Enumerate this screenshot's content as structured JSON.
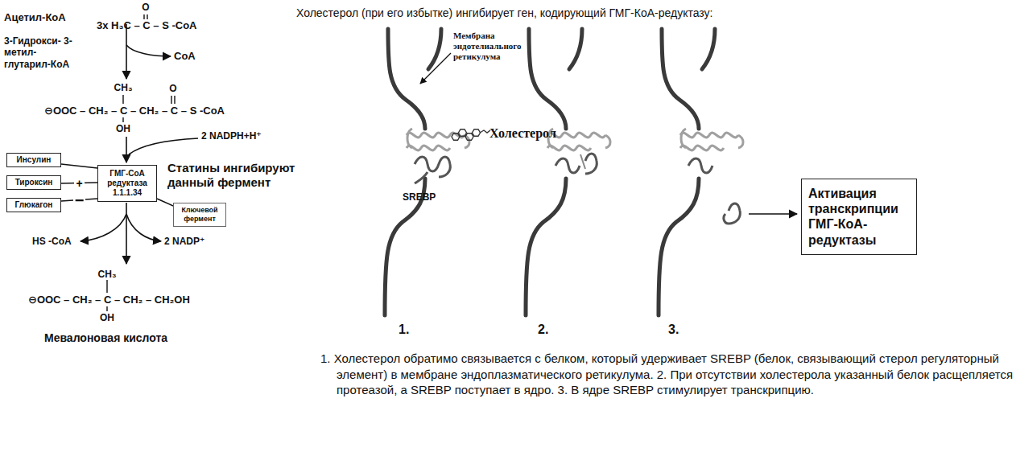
{
  "diagram": {
    "title": "Холестерол (при его избытке) ингибирует ген, кодирующий ГМГ-КоА-редуктазу:",
    "caption": "1. Холестерол обратимо связывается с белком, который удерживает SREBP (белок, связывающий стерол регуляторный элемент) в мембране эндоплазматического ретикулума. 2. При отсутствии холестерола указанный белок расщепляется протеазой, а SREBP поступает в ядро. 3. В ядре SREBP стимулирует транскрипцию.",
    "nodes": [
      {
        "text": [
          "Инсулин"
        ]
      },
      {
        "text": [
          "Тироксин"
        ]
      },
      {
        "text": [
          "Глюкагон"
        ]
      },
      {
        "text": [
          "ГМГ-CoA редуктаза 1.1.1.34"
        ]
      },
      {
        "text": [
          "Ключевой фермент"
        ]
      },
      {
        "text": [
          "Активация транскрипции ГМГ-КоА-редуктазы"
        ]
      }
    ],
    "edges": [
      {
        "from": 0,
        "to": 3,
        "arrow": "none"
      },
      {
        "from": 1,
        "to": 3,
        "label": "+",
        "arrow": "none"
      },
      {
        "from": 2,
        "to": 3,
        "label": "−",
        "arrow": "none"
      },
      {
        "from": 3,
        "to": 4,
        "arrow": "none"
      }
    ],
    "labels": [
      "Ацетил-КоА",
      "O",
      "3х H₃C – C – S -CoA",
      "CoA",
      "3-Гидрокси- 3-метил- глутарил-КоА",
      "CH₃",
      "O",
      "⊖OOC – CH₂ – C – CH₂ – C – S -CoA",
      "OH",
      "2 NADPH+H⁺",
      "Статины ингибируют данный фермент",
      "HS -CoA",
      "2 NADP⁺",
      "CH₃",
      "⊖OOC – CH₂ – C – CH₂ – CH₂OH",
      "OH",
      "Мевалоновая кислота",
      "Мембрана эндотелиального ретикулума",
      "Холестерол",
      "SREBP",
      "1.",
      "2.",
      "3."
    ]
  }
}
